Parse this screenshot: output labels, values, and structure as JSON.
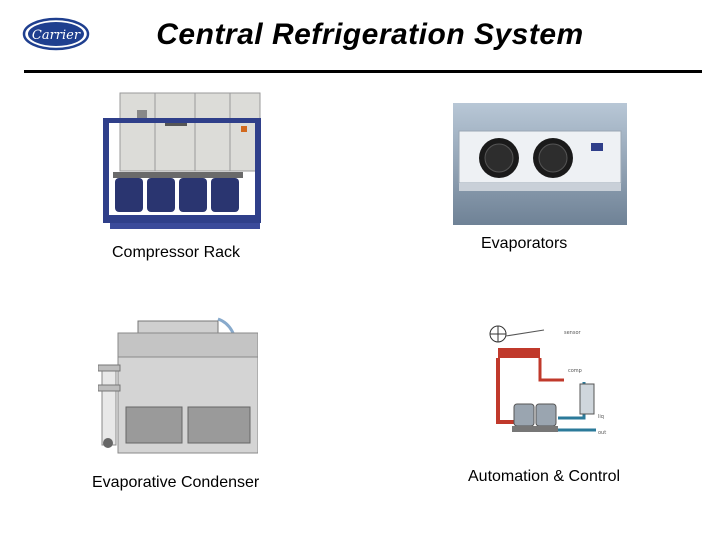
{
  "slide": {
    "title": "Central Refrigeration System",
    "logo_text": "Carrier"
  },
  "items": [
    {
      "caption": "Compressor Rack",
      "icon": "compressor-rack-image"
    },
    {
      "caption": "Evaporators",
      "icon": "evaporator-unit-image"
    },
    {
      "caption": "Evaporative Condenser",
      "icon": "evaporative-condenser-image"
    },
    {
      "caption": "Automation & Control",
      "icon": "automation-control-diagram"
    }
  ],
  "colors": {
    "logo_blue": "#1f3f8f",
    "rack_frame": "#2f3f8a",
    "cabinet_grey": "#d9d9d9"
  }
}
